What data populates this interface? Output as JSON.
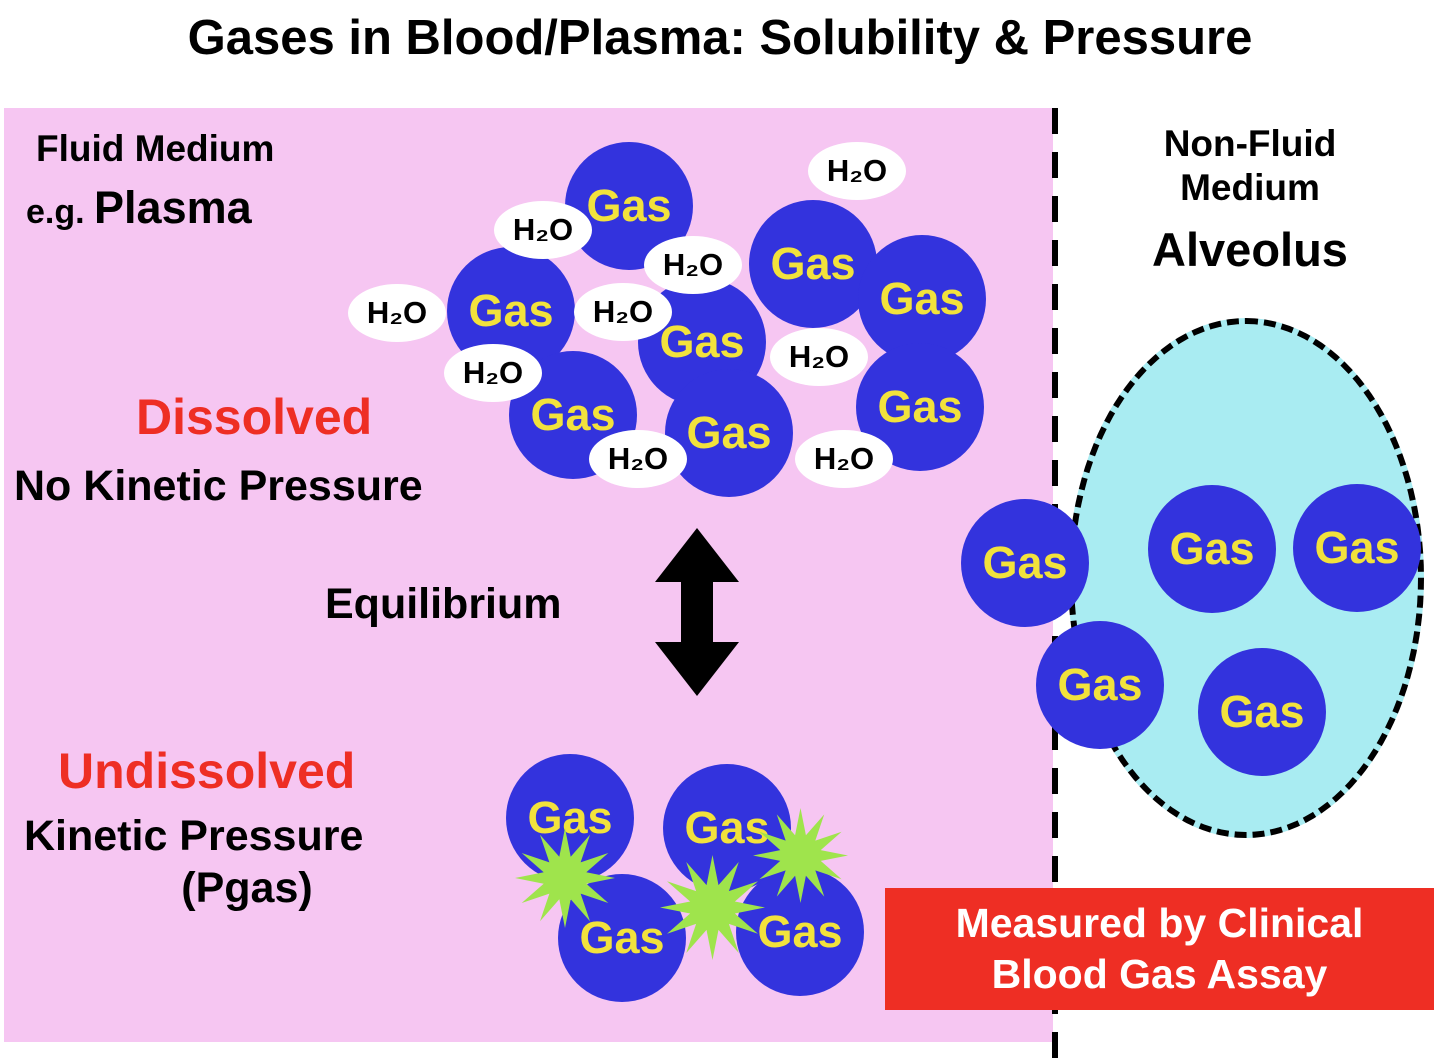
{
  "title": "Gases in Blood/Plasma: Solubility & Pressure",
  "left_panel": {
    "medium_label": "Fluid Medium",
    "eg": "e.g.",
    "medium_name": "Plasma",
    "dissolved": "Dissolved",
    "dissolved_sub": "No Kinetic Pressure",
    "equilibrium": "Equilibrium",
    "undissolved": "Undissolved",
    "undissolved_sub": "Kinetic Pressure",
    "undissolved_sub2": "(Pgas)"
  },
  "right_panel": {
    "medium_label_line1": "Non-Fluid",
    "medium_label_line2": "Medium",
    "medium_name": "Alveolus"
  },
  "labels": {
    "gas": "Gas",
    "h2o": "H₂O"
  },
  "callout": {
    "line1": "Measured by Clinical",
    "line2": "Blood Gas Assay"
  },
  "colors": {
    "plasma-bg": "#f6c6f2",
    "gas-blue": "#3333dd",
    "gas-text": "#f2e23c",
    "alveolus-cyan": "#a9ecf2",
    "accent-red": "#ee2e24",
    "collision-green": "#9fe44c"
  }
}
